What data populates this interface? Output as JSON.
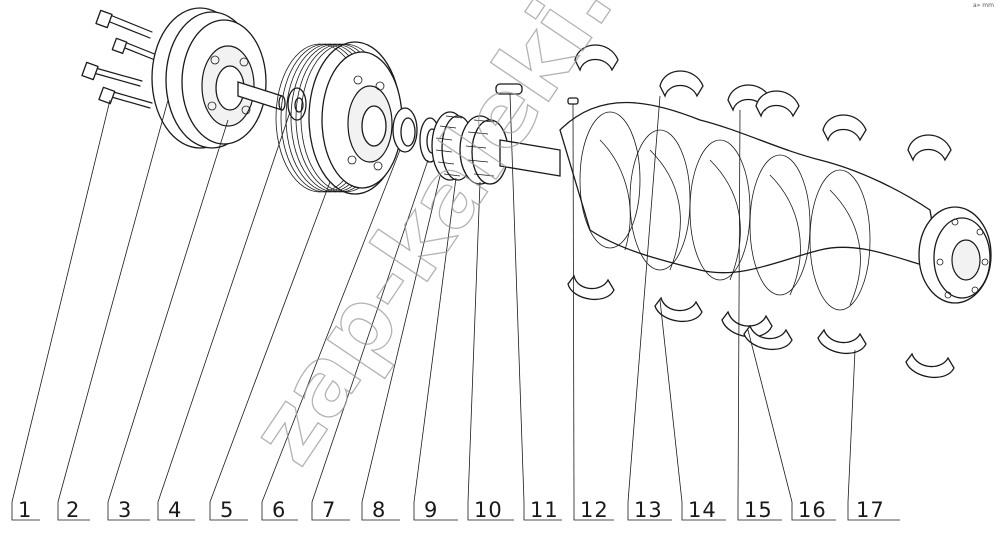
{
  "watermark": "zap-kaleki.ru",
  "corner_mark": "a» mm",
  "callouts": [
    {
      "label": "1"
    },
    {
      "label": "2"
    },
    {
      "label": "3"
    },
    {
      "label": "4"
    },
    {
      "label": "5"
    },
    {
      "label": "6"
    },
    {
      "label": "7"
    },
    {
      "label": "8"
    },
    {
      "label": "9"
    },
    {
      "label": "10"
    },
    {
      "label": "11"
    },
    {
      "label": "12"
    },
    {
      "label": "13"
    },
    {
      "label": "14"
    },
    {
      "label": "15"
    },
    {
      "label": "16"
    },
    {
      "label": "17"
    }
  ]
}
